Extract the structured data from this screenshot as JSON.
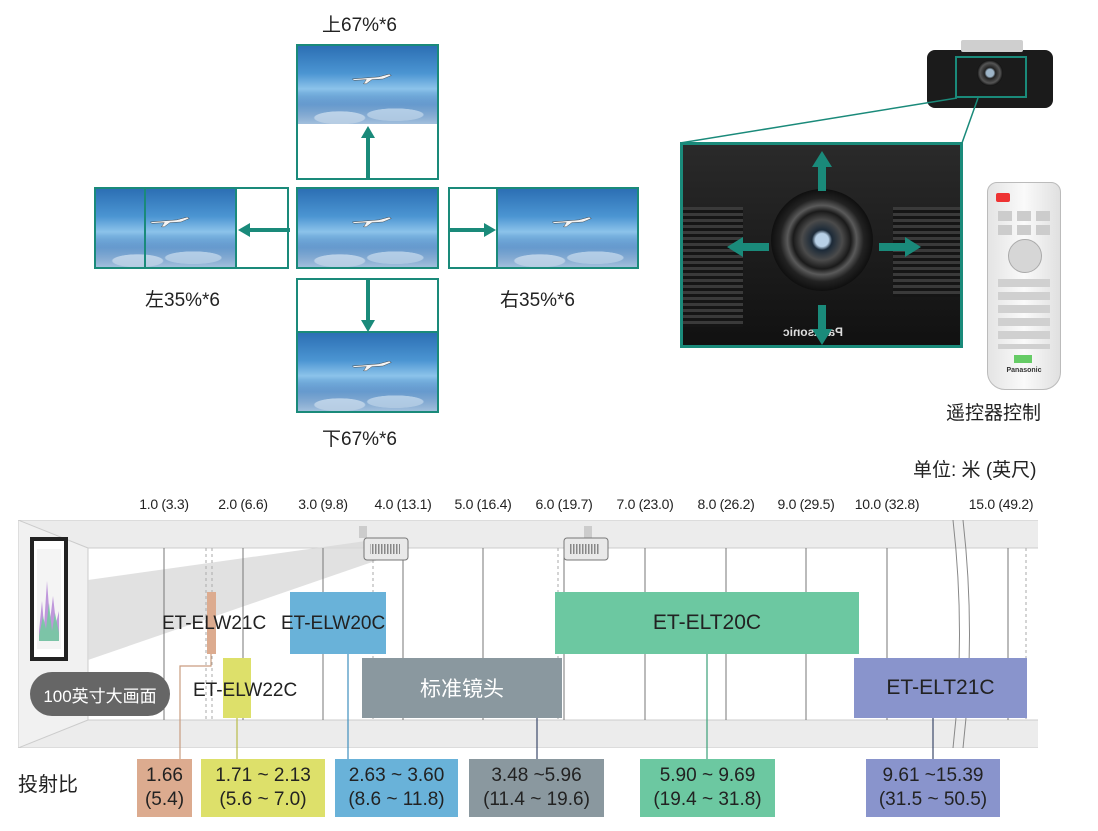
{
  "shift": {
    "up": "上67%*6",
    "down": "下67%*6",
    "left": "左35%*6",
    "right": "右35%*6"
  },
  "remote_caption": "遥控器控制",
  "remote_brand": "Panasonic",
  "projector_brand": "Panasonic",
  "unit_label": "单位: 米 (英尺)",
  "distance_ticks": [
    "1.0 (3.3)",
    "2.0 (6.6)",
    "3.0 (9.8)",
    "4.0 (13.1)",
    "5.0 (16.4)",
    "6.0 (19.7)",
    "7.0 (23.0)",
    "8.0 (26.2)",
    "9.0 (29.5)",
    "10.0 (32.8)",
    "15.0 (49.2)"
  ],
  "screen_label": "100英寸大画面",
  "lenses": {
    "elw21c": "ET-ELW21C",
    "elw22c": "ET-ELW22C",
    "elw20c": "ET-ELW20C",
    "standard": "标准镜头",
    "elt20c": "ET-ELT20C",
    "elt21c": "ET-ELT21C"
  },
  "throw_ratio_label": "投射比",
  "ratios": [
    {
      "line1": "1.66",
      "line2": "(5.4)",
      "color": "#dcab8f"
    },
    {
      "line1": "1.71 ~ 2.13",
      "line2": "(5.6 ~ 7.0)",
      "color": "#dde06a"
    },
    {
      "line1": "2.63 ~ 3.60",
      "line2": "(8.6 ~ 11.8)",
      "color": "#69b2d9"
    },
    {
      "line1": "3.48 ~5.96",
      "line2": "(11.4 ~ 19.6)",
      "color": "#8a989f"
    },
    {
      "line1": "5.90 ~ 9.69",
      "line2": "(19.4 ~ 31.8)",
      "color": "#6cc8a1"
    },
    {
      "line1": "9.61 ~15.39",
      "line2": "(31.5 ~ 50.5)",
      "color": "#8994cc"
    }
  ],
  "colors": {
    "accent": "#1a8a7a",
    "elw21c": "#dcab8f",
    "elw22c": "#dde06a",
    "elw20c": "#69b2d9",
    "standard": "#8a989f",
    "elt20c": "#6cc8a1",
    "elt21c": "#8994cc"
  }
}
